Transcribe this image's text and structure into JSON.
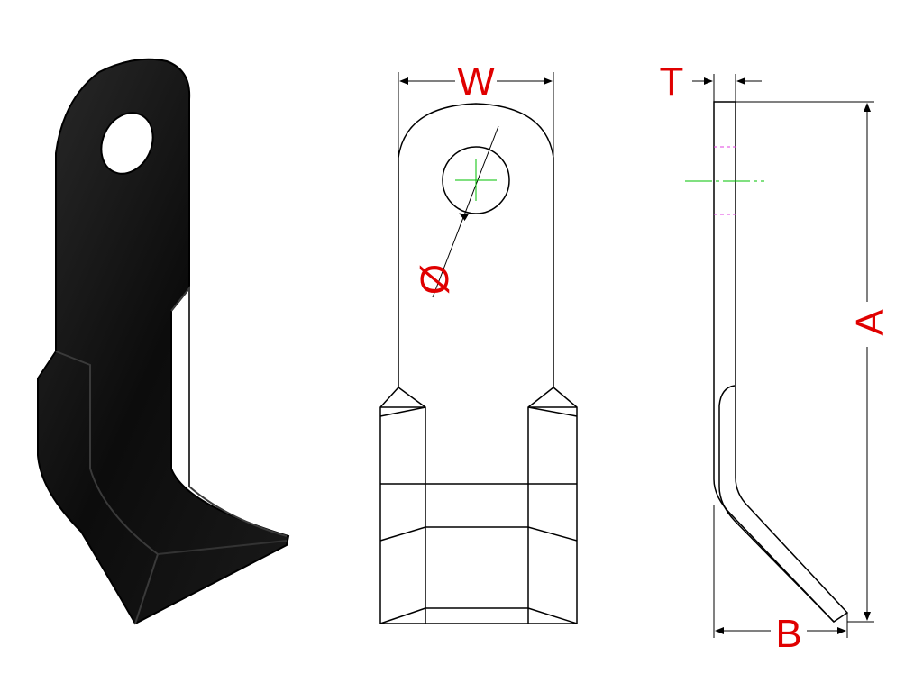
{
  "labels": {
    "width": "W",
    "thickness": "T",
    "diameter": "Ø",
    "length": "A",
    "bend": "B"
  },
  "colors": {
    "dimension_text": "#e00000",
    "centerline": "#00c000",
    "hidden_line": "#e040e0",
    "part": "#000000"
  }
}
